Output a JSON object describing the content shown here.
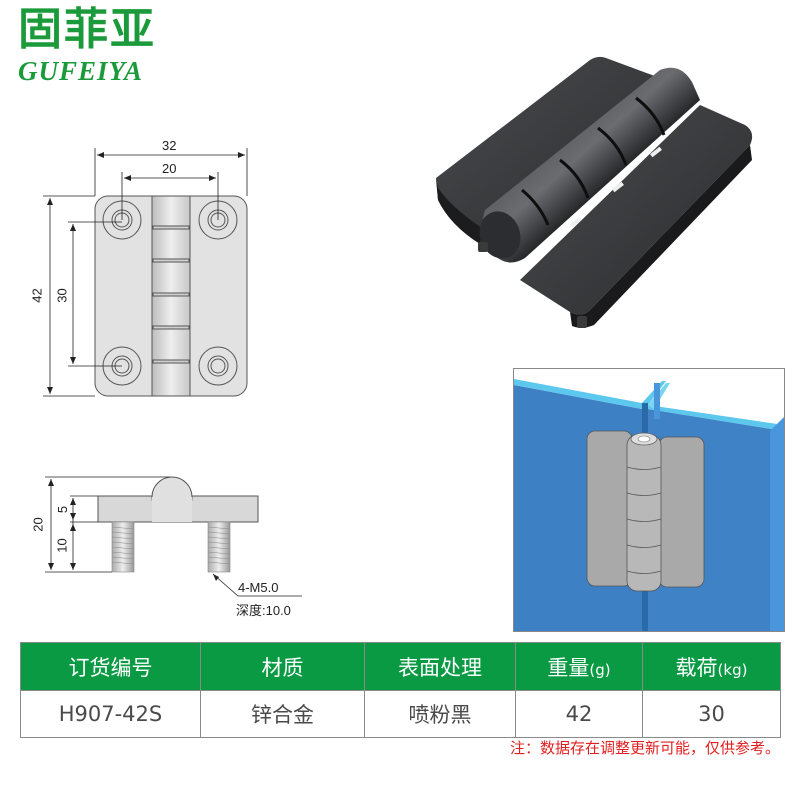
{
  "brand": {
    "name_cn": "固菲亚",
    "name_en": "GUFEIYA",
    "color": "#1a9a3a"
  },
  "front_view": {
    "overall_width": "32",
    "hole_spacing_x": "20",
    "overall_height": "42",
    "hole_spacing_y": "30"
  },
  "side_view": {
    "overall_height": "20",
    "plate_thickness": "5",
    "thread_length": "10",
    "thread_spec": "4-M5.0",
    "depth_label": "深度:10.0"
  },
  "table": {
    "header_color": "#0a9a44",
    "columns": [
      {
        "label": "订货编号",
        "unit": ""
      },
      {
        "label": "材质",
        "unit": ""
      },
      {
        "label": "表面处理",
        "unit": ""
      },
      {
        "label": "重量",
        "unit": "(g)"
      },
      {
        "label": "载荷",
        "unit": "(kg)"
      }
    ],
    "rows": [
      [
        "H907-42S",
        "锌合金",
        "喷粉黑",
        "42",
        "30"
      ]
    ]
  },
  "note": "注：数据存在调整更新可能，仅供参考。",
  "note_color": "#e02020"
}
